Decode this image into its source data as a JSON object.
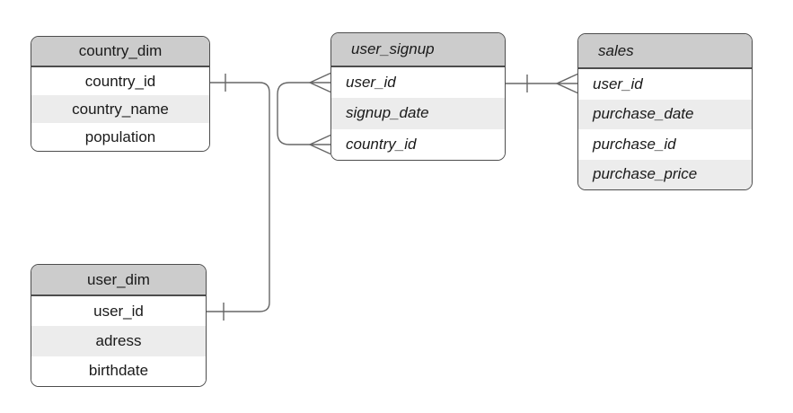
{
  "diagram": {
    "type": "entity-relationship",
    "tables": [
      {
        "title": "country_dim",
        "rows": [
          "country_id",
          "country_name",
          "population"
        ]
      },
      {
        "title": "user_dim",
        "rows": [
          "user_id",
          "adress",
          "birthdate"
        ]
      },
      {
        "title": "user_signup",
        "rows": [
          "user_id",
          "signup_date",
          "country_id"
        ]
      },
      {
        "title": "sales",
        "rows": [
          "user_id",
          "purchase_date",
          "purchase_id",
          "purchase_price"
        ]
      }
    ],
    "relations": [
      {
        "from": "country_dim.country_id",
        "to": "user_signup.country_id",
        "from_cardinality": "one",
        "to_cardinality": "many"
      },
      {
        "from": "user_dim.user_id",
        "to": "user_signup.user_id",
        "from_cardinality": "one",
        "to_cardinality": "many"
      },
      {
        "from": "user_signup.user_id",
        "to": "sales.user_id",
        "from_cardinality": "one",
        "to_cardinality": "many"
      }
    ],
    "colors": {
      "background": "#ffffff",
      "header_fill": "#cccccc",
      "row_fill": "#ffffff",
      "row_alt_fill": "#ececec",
      "table_border": "#4d4d4d",
      "connector": "#666666",
      "text": "#1a1a1a"
    }
  }
}
